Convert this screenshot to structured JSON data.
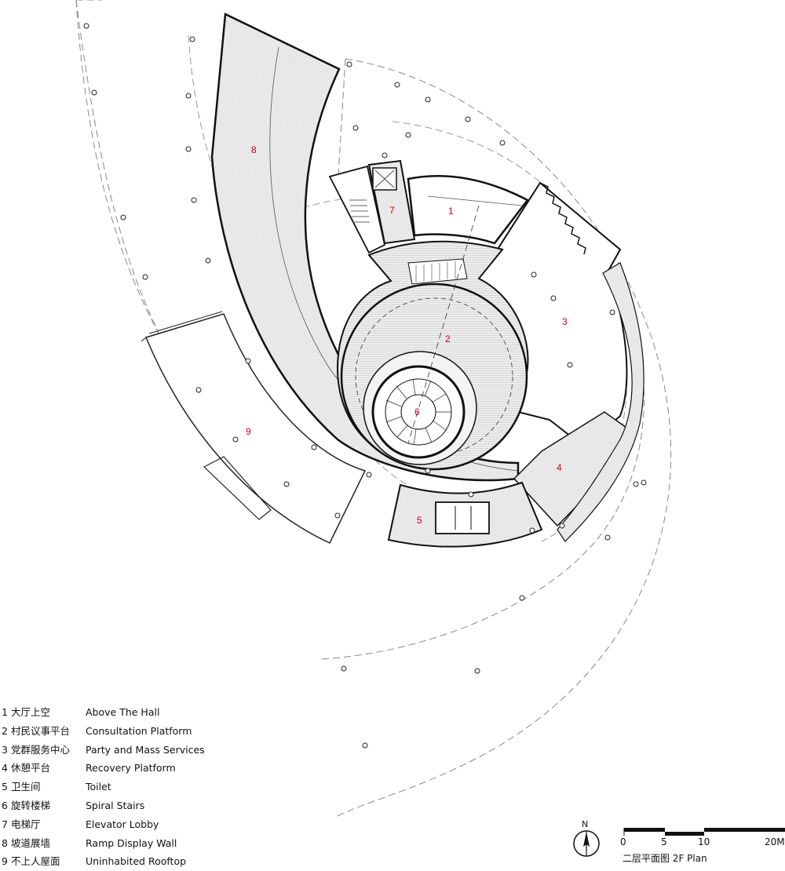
{
  "room_labels": [
    "1",
    "2",
    "3",
    "4",
    "5",
    "6",
    "7",
    "8",
    "9"
  ],
  "legend": [
    {
      "num": "1",
      "cn": "大厅上空",
      "en": "Above The Hall"
    },
    {
      "num": "2",
      "cn": "村民议事平台",
      "en": "Consultation Platform"
    },
    {
      "num": "3",
      "cn": "党群服务中心",
      "en": "Party and Mass Services"
    },
    {
      "num": "4",
      "cn": "休憩平台",
      "en": "Recovery Platform"
    },
    {
      "num": "5",
      "cn": "卫生间",
      "en": "Toilet"
    },
    {
      "num": "6",
      "cn": "旋转楼梯",
      "en": "Spiral Stairs"
    },
    {
      "num": "7",
      "cn": "电梯厅",
      "en": "Elevator Lobby"
    },
    {
      "num": "8",
      "cn": "坡道展墙",
      "en": "Ramp Display Wall"
    },
    {
      "num": "9",
      "cn": "不上人屋面",
      "en": "Uninhabited Rooftop"
    }
  ],
  "north_label": "N",
  "scale_ticks": [
    "0",
    "5",
    "10",
    "20M"
  ],
  "plan_title": "二层平面图  2F Plan",
  "colors": {
    "label_red": "#d0021b",
    "line": "#111111",
    "hatch": "#cfcfcf"
  }
}
